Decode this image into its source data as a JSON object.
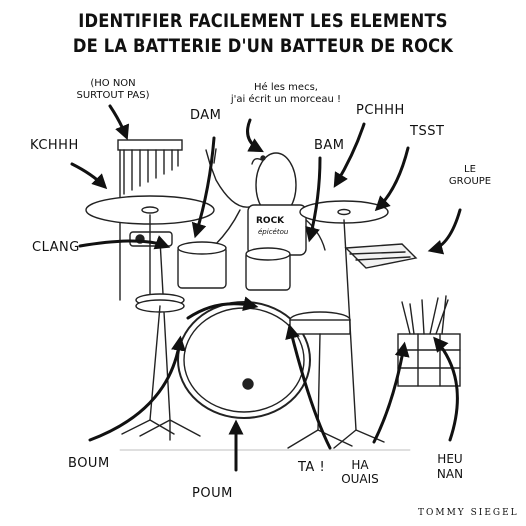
{
  "title": {
    "line1": "IDENTIFIER FACILEMENT LES ELEMENTS",
    "line2": "DE LA BATTERIE D'UN BATTEUR DE ROCK"
  },
  "labels": {
    "ho_non_1": "(HO NON",
    "ho_non_2": "SURTOUT PAS)",
    "dam": "DAM",
    "speech_1": "Hé les mecs,",
    "speech_2": "j'ai écrit un morceau !",
    "pchhh": "PCHHH",
    "kchhh": "KCHHH",
    "bam": "BAM",
    "tsst": "TSST",
    "le_groupe_1": "LE",
    "le_groupe_2": "GROUPE",
    "clang": "CLANG",
    "boum": "BOUM",
    "poum": "POUM",
    "ta": "TA !",
    "ha_ouais_1": "HA",
    "ha_ouais_2": "OUAIS",
    "heu_nan_1": "HEU",
    "heu_nan_2": "NAN",
    "shirt_1": "ROCK",
    "shirt_2": "épicétou"
  },
  "signature": "TOMMY SIEGEL"
}
